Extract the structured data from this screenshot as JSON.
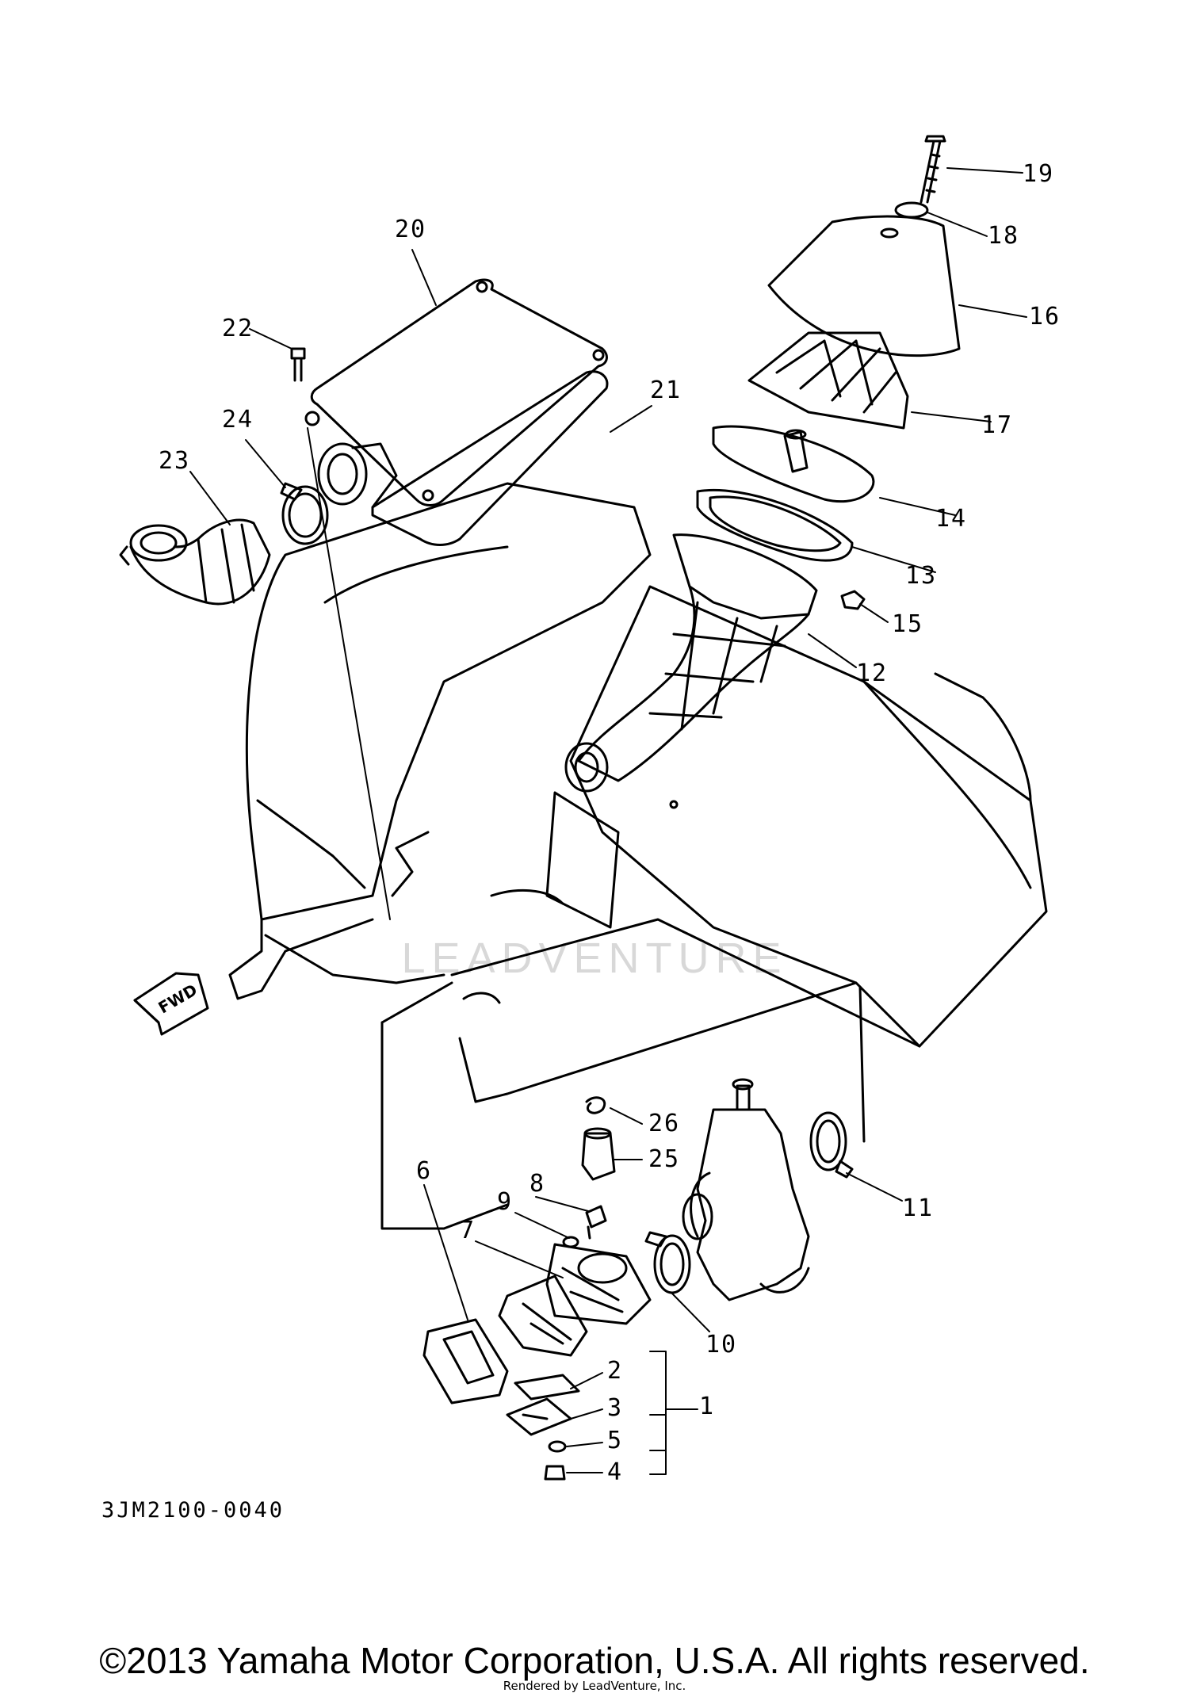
{
  "diagram": {
    "figure_code": "3JM2100-0040",
    "copyright": "©2013 Yamaha Motor Corporation, U.S.A. All rights reserved.",
    "rendered_by": "Rendered by LeadVenture, Inc.",
    "watermark": "LEADVENTURE",
    "fwd_label": "FWD",
    "callouts": [
      {
        "id": "1",
        "label": "1"
      },
      {
        "id": "2",
        "label": "2"
      },
      {
        "id": "3",
        "label": "3"
      },
      {
        "id": "4",
        "label": "4"
      },
      {
        "id": "5",
        "label": "5"
      },
      {
        "id": "6",
        "label": "6"
      },
      {
        "id": "7",
        "label": "7"
      },
      {
        "id": "8",
        "label": "8"
      },
      {
        "id": "9",
        "label": "9"
      },
      {
        "id": "10",
        "label": "10"
      },
      {
        "id": "11",
        "label": "11"
      },
      {
        "id": "12",
        "label": "12"
      },
      {
        "id": "13",
        "label": "13"
      },
      {
        "id": "14",
        "label": "14"
      },
      {
        "id": "15",
        "label": "15"
      },
      {
        "id": "16",
        "label": "16"
      },
      {
        "id": "17",
        "label": "17"
      },
      {
        "id": "18",
        "label": "18"
      },
      {
        "id": "19",
        "label": "19"
      },
      {
        "id": "20",
        "label": "20"
      },
      {
        "id": "21",
        "label": "21"
      },
      {
        "id": "22",
        "label": "22"
      },
      {
        "id": "23",
        "label": "23"
      },
      {
        "id": "24",
        "label": "24"
      },
      {
        "id": "25",
        "label": "25"
      },
      {
        "id": "26",
        "label": "26"
      }
    ]
  }
}
